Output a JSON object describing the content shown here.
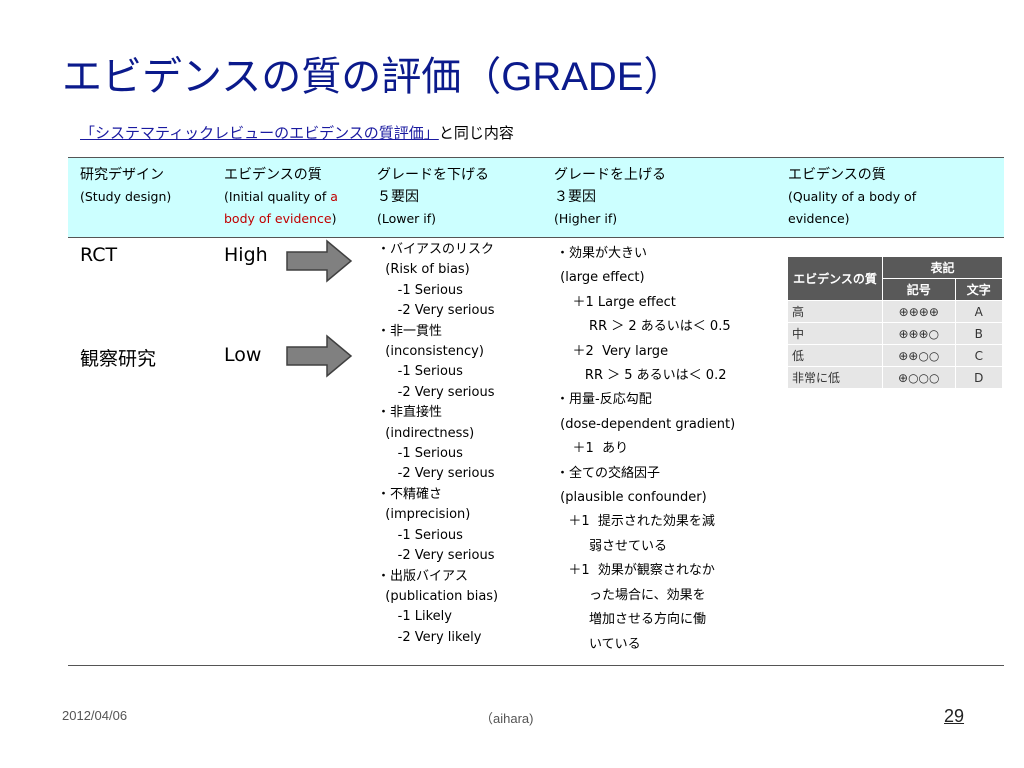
{
  "title": {
    "main": "エビデンスの質の評価",
    "sub": "（GRADE）"
  },
  "subtitle": {
    "link": "「システマティックレビューのエビデンスの質評価」",
    "rest": "と同じ内容"
  },
  "headers": [
    {
      "ja": "研究デザイン",
      "en": "(Study design)"
    },
    {
      "ja": "エビデンスの質",
      "en1": "(Initial quality of ",
      "en_red": "a body of evidence",
      "en2": ")"
    },
    {
      "ja1": "グレードを下げる",
      "ja2": "５要因",
      "en": "(Lower if)"
    },
    {
      "ja1": "グレードを上げる",
      "ja2": "３要因",
      "en": "(Higher if)"
    },
    {
      "ja": "エビデンスの質",
      "en": "(Quality of a body of evidence)"
    }
  ],
  "rows": [
    {
      "design": "RCT",
      "quality": "High"
    },
    {
      "design": "観察研究",
      "quality": "Low"
    }
  ],
  "lower_factors": "・バイアスのリスク\n  (Risk of bias)\n     -1 Serious\n     -2 Very serious\n・非一貫性\n  (inconsistency)\n     -1 Serious\n     -2 Very serious\n・非直接性\n  (indirectness)\n     -1 Serious\n     -2 Very serious\n・不精確さ\n  (imprecision)\n     -1 Serious\n     -2 Very serious\n・出版バイアス\n  (publication bias)\n     -1 Likely\n     -2 Very likely",
  "higher_factors": "・効果が大きい\n (large effect)\n    ＋1 Large effect\n        RR ＞ 2 あるいは＜ 0.5\n    ＋2  Very large\n       RR ＞ 5 あるいは＜ 0.2\n・用量-反応勾配\n (dose-dependent gradient)\n    ＋1  あり\n・全ての交絡因子\n (plausible confounder)\n   ＋1  提示された効果を減\n        弱させている\n   ＋1  効果が観察されなか\n        った場合に、効果を\n        増加させる方向に働\n        いている",
  "grade_table": {
    "header": [
      "エビデンスの質",
      "表記"
    ],
    "subheader": [
      "記号",
      "文字"
    ],
    "rows": [
      {
        "quality": "高",
        "symbol": "⊕⊕⊕⊕",
        "letter": "A"
      },
      {
        "quality": "中",
        "symbol": "⊕⊕⊕○",
        "letter": "B"
      },
      {
        "quality": "低",
        "symbol": "⊕⊕○○",
        "letter": "C"
      },
      {
        "quality": "非常に低",
        "symbol": "⊕○○○",
        "letter": "D"
      }
    ]
  },
  "footer": {
    "date": "2012/04/06",
    "author": "（aihara)",
    "page": "29"
  },
  "icons": {
    "arrow": "right-arrow-icon"
  },
  "colors": {
    "title": "#0b1a8c",
    "header_bg": "#ccffff",
    "highlight": "#c00000"
  }
}
